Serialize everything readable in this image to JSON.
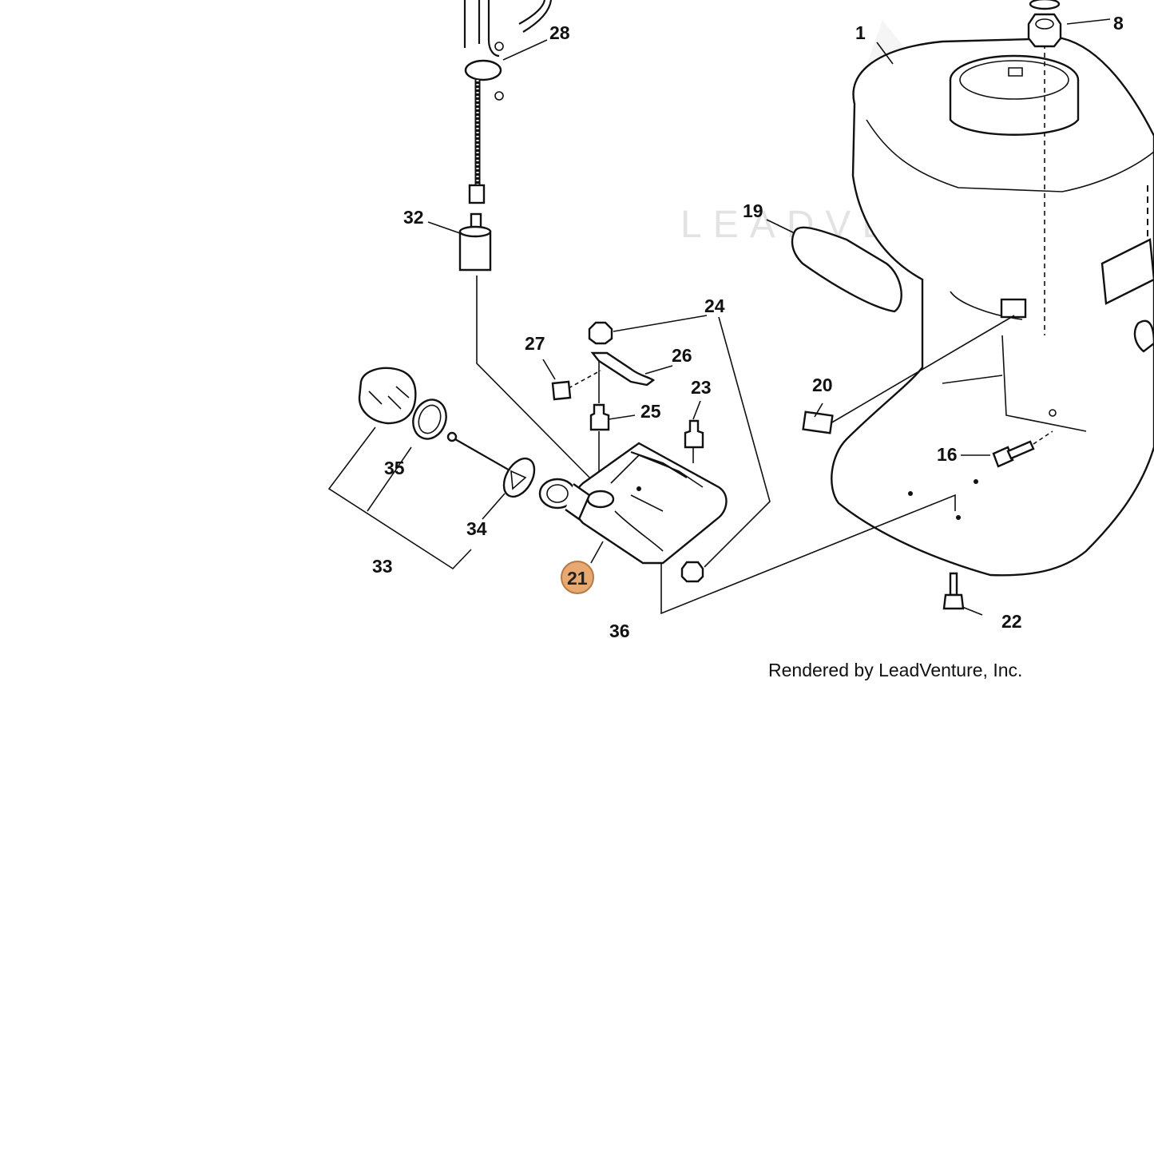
{
  "watermark": "LEADVENTURE",
  "credit": "Rendered by LeadVenture, Inc.",
  "highlight_color": "#e7a872",
  "highlighted_part": "21",
  "parts": [
    {
      "id": "1"
    },
    {
      "id": "8"
    },
    {
      "id": "16"
    },
    {
      "id": "19"
    },
    {
      "id": "20"
    },
    {
      "id": "21"
    },
    {
      "id": "22"
    },
    {
      "id": "23"
    },
    {
      "id": "24"
    },
    {
      "id": "25"
    },
    {
      "id": "26"
    },
    {
      "id": "27"
    },
    {
      "id": "28"
    },
    {
      "id": "32"
    },
    {
      "id": "33"
    },
    {
      "id": "34"
    },
    {
      "id": "35"
    },
    {
      "id": "36"
    }
  ]
}
